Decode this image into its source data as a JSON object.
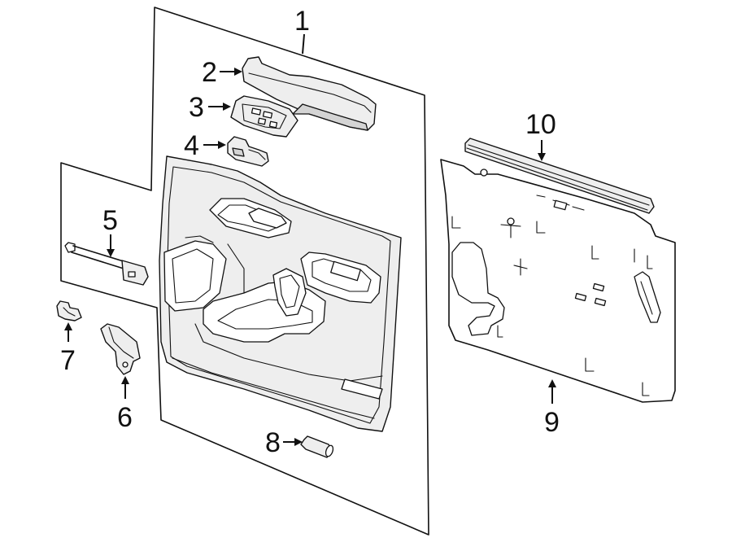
{
  "diagram": {
    "callouts": [
      {
        "id": "c1",
        "label": "1"
      },
      {
        "id": "c2",
        "label": "2"
      },
      {
        "id": "c3",
        "label": "3"
      },
      {
        "id": "c4",
        "label": "4"
      },
      {
        "id": "c5",
        "label": "5"
      },
      {
        "id": "c6",
        "label": "6"
      },
      {
        "id": "c7",
        "label": "7"
      },
      {
        "id": "c8",
        "label": "8"
      },
      {
        "id": "c9",
        "label": "9"
      },
      {
        "id": "c10",
        "label": "10"
      }
    ],
    "colors": {
      "line": "#111111",
      "part_fill": "#eeeeee",
      "part_shade": "#d4d4d4",
      "background": "#ffffff"
    }
  }
}
